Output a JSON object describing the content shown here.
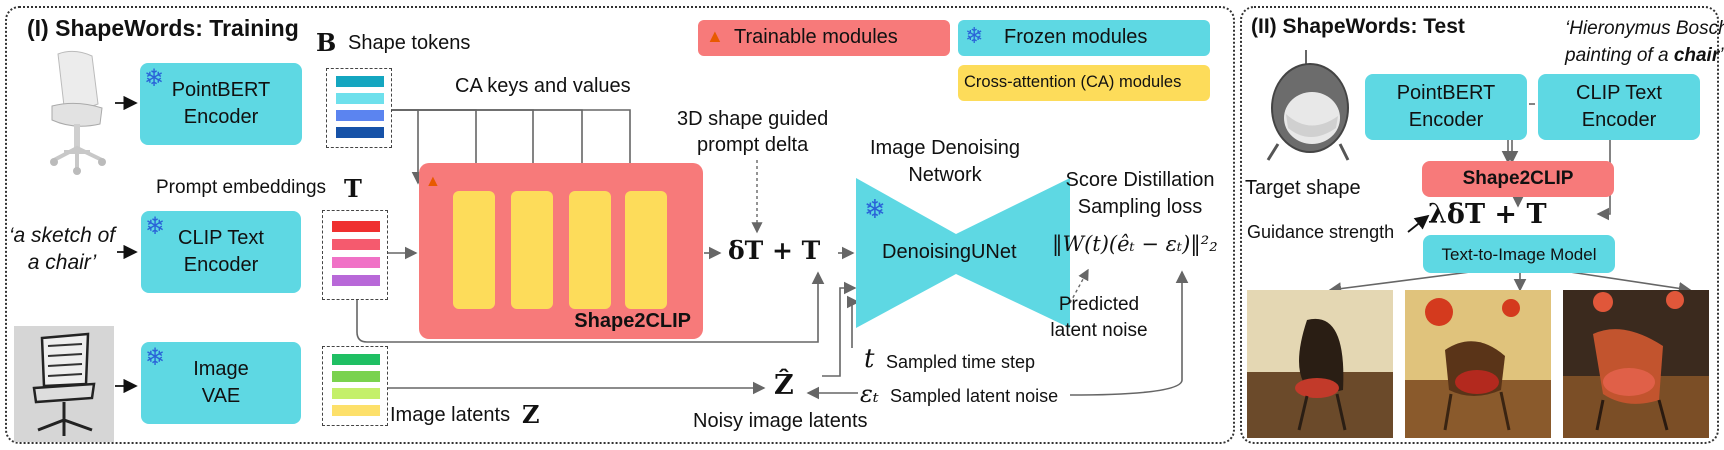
{
  "panel_train": {
    "title": "(I) ShapeWords: Training"
  },
  "panel_test": {
    "title": "(II) ShapeWords: Test"
  },
  "legend": {
    "trainable": "Trainable modules",
    "frozen": "Frozen modules",
    "ca": "Cross-attention (CA) modules"
  },
  "shape_tokens": {
    "symbol": "B",
    "label": "Shape tokens"
  },
  "ca_label": "CA keys and values",
  "prompt_emb": {
    "label": "Prompt embeddings",
    "symbol": "T"
  },
  "prompt_text": {
    "line1": "‘a sketch of",
    "line2": "a chair’"
  },
  "encoders": {
    "pointbert": {
      "line1": "PointBERT",
      "line2": "Encoder"
    },
    "clip": {
      "line1": "CLIP Text",
      "line2": "Encoder"
    },
    "vae": {
      "line1": "Image",
      "line2": "VAE"
    }
  },
  "guided_delta": {
    "line1": "3D shape guided",
    "line2": "prompt delta"
  },
  "delta_formula": "δT + T",
  "shape2clip": "Shape2CLIP",
  "unet": {
    "title1": "Image Denoising",
    "title2": "Network",
    "label": "DenoisingUNet"
  },
  "sds": {
    "line1": "Score Distillation",
    "line2": "Sampling loss",
    "formula": "‖W(t)(êₜ − εₜ)‖²₂"
  },
  "predicted": {
    "line1": "Predicted",
    "line2": "latent noise"
  },
  "time_step": {
    "symbol": "t",
    "label": "Sampled time step"
  },
  "latent_noise": {
    "symbol": "εₜ",
    "label": "Sampled latent noise"
  },
  "noisy": {
    "symbol": "Ẑ",
    "label": "Noisy image latents"
  },
  "image_latents": {
    "label": "Image latents",
    "symbol": "Z"
  },
  "test": {
    "quote_line1": "‘Hieronymus Bosch’s",
    "quote_line2": "painting of a",
    "quote_bold": "chair",
    "quote_end": "’",
    "pointbert": {
      "line1": "PointBERT",
      "line2": "Encoder"
    },
    "clip": {
      "line1": "CLIP Text",
      "line2": "Encoder"
    },
    "target": "Target shape",
    "shape2clip": "Shape2CLIP",
    "formula": "λδT + T",
    "guidance": "Guidance strength",
    "t2i": "Text-to-Image Model"
  },
  "colors": {
    "cyan": "#5ed8e3",
    "red": "#f77a7a",
    "yellow": "#fddc5a",
    "token_colors": [
      "#14a6c0",
      "#6ee0ec",
      "#5b84f0",
      "#1652a8"
    ],
    "prompt_colors": [
      "#ef3030",
      "#f55a6e",
      "#f071c6",
      "#b868d8"
    ],
    "latent_colors": [
      "#1fbf63",
      "#7ad24e",
      "#c4f06a",
      "#fde06a"
    ]
  }
}
